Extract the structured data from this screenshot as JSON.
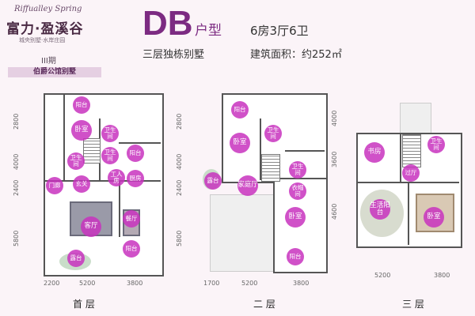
{
  "brand": {
    "script": "Riffualley Spring",
    "name": "富力·盈溪谷",
    "tagline": "城央别墅·水岸庄园",
    "phase": "III期",
    "label": "伯爵公馆别墅"
  },
  "header": {
    "type_code": "DB",
    "type_suffix": "户型",
    "rooms": "6房3厅6卫",
    "villa_type": "三层独栋别墅",
    "area_text": "建筑面积：约252㎡"
  },
  "floor1": {
    "title": "首 层",
    "dims_top": [
      "2200",
      "5200",
      "3800"
    ],
    "dims_left": [
      "2800",
      "4000",
      "2400",
      "5800"
    ],
    "rooms": {
      "balcony1": "阳台",
      "bedroom": "卧室",
      "bath1": "卫生间",
      "bath2": "卫生间",
      "bath3": "卫生间",
      "balcony2": "阳台",
      "hall": "门廊",
      "foyer": "玄关",
      "maid": "工人房",
      "kitchen": "厨房",
      "dining": "餐厅",
      "living": "客厅",
      "terrace": "露台",
      "balcony3": "阳台"
    }
  },
  "floor2": {
    "title": "二 层",
    "dims_top": [
      "1700",
      "5200",
      "3800"
    ],
    "dims_left": [
      "2800",
      "4000",
      "2400",
      "5800"
    ],
    "rooms": {
      "balcony1": "阳台",
      "bath1": "卫生间",
      "bedroom1": "卧室",
      "terrace": "露台",
      "family": "家庭厅",
      "bath2": "卫生间",
      "closet": "衣帽间",
      "bedroom2": "卧室",
      "balcony2": "阳台"
    }
  },
  "floor3": {
    "title": "三 层",
    "dims_top": [
      "5200",
      "3800"
    ],
    "dims_left": [
      "4000",
      "3600",
      "4600"
    ],
    "rooms": {
      "study": "书房",
      "bath": "卫生间",
      "corridor": "过厅",
      "balcony": "生活阳台",
      "bedroom": "卧室"
    }
  }
}
